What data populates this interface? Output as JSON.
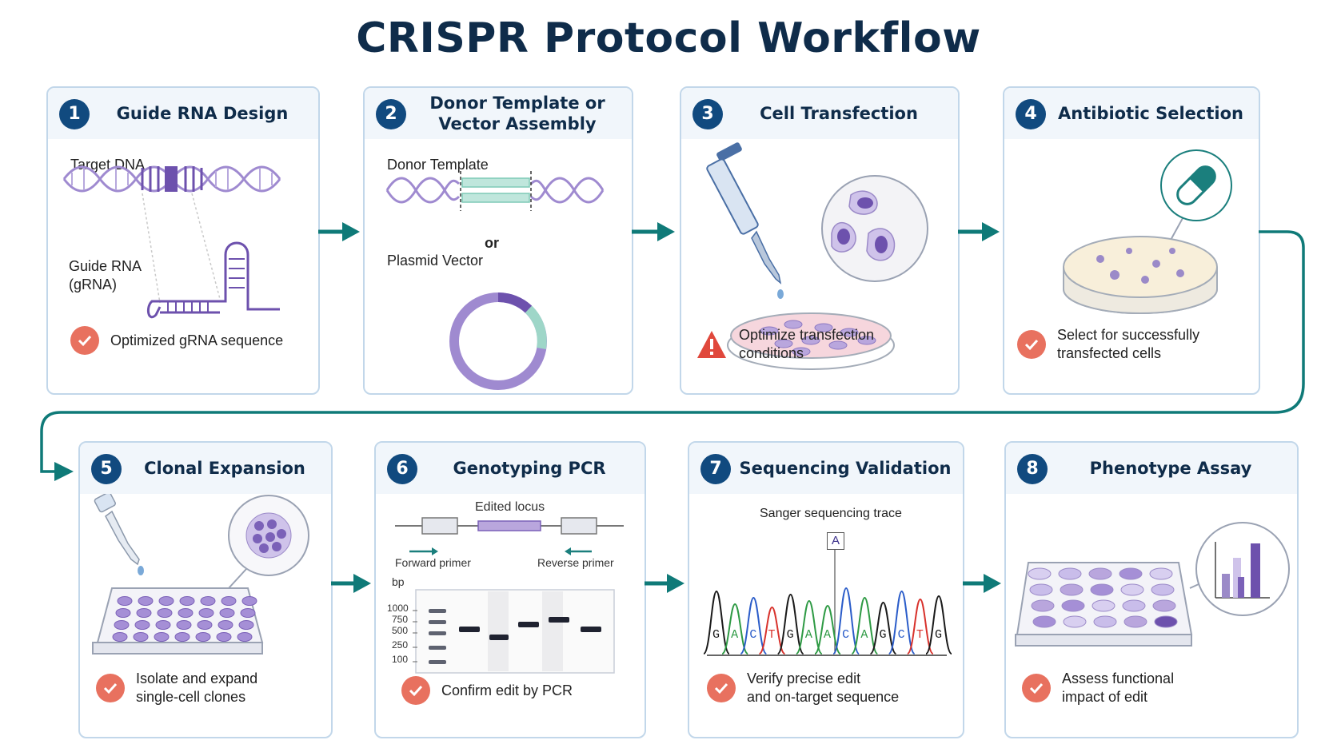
{
  "title": "CRISPR Protocol Workflow",
  "colors": {
    "accent": "#0f7a78",
    "badge": "#114a7f",
    "check": "#e8715f",
    "warning": "#e0483c",
    "purple": "#7b61b8",
    "teal_light": "#9ed6c8"
  },
  "steps": [
    {
      "num": "1",
      "title": "Guide RNA Design",
      "labels": {
        "target": "Target DNA",
        "guide": "Guide RNA\n(gRNA)"
      },
      "note": "Optimized gRNA sequence",
      "note_icon": "check-icon"
    },
    {
      "num": "2",
      "title": "Donor Template or\nVector Assembly",
      "labels": {
        "donor": "Donor Template",
        "or": "or",
        "plasmid": "Plasmid Vector"
      }
    },
    {
      "num": "3",
      "title": "Cell Transfection",
      "note": "Optimize transfection\nconditions",
      "note_icon": "warning-icon"
    },
    {
      "num": "4",
      "title": "Antibiotic Selection",
      "note": "Select for successfully\ntransfected cells",
      "note_icon": "check-icon"
    },
    {
      "num": "5",
      "title": "Clonal Expansion",
      "note": "Isolate and expand\nsingle-cell clones",
      "note_icon": "check-icon"
    },
    {
      "num": "6",
      "title": "Genotyping PCR",
      "labels": {
        "locus": "Edited locus",
        "fwd": "Forward primer",
        "rev": "Reverse primer",
        "bp": "bp",
        "ladder": [
          "1000",
          "750",
          "500",
          "250",
          "100"
        ]
      },
      "note": "Confirm edit by PCR",
      "note_icon": "check-icon"
    },
    {
      "num": "7",
      "title": "Sequencing Validation",
      "labels": {
        "trace": "Sanger sequencing trace",
        "marker": "A",
        "bases": [
          "G",
          "A",
          "C",
          "T",
          "G",
          "A",
          "A",
          "C",
          "A",
          "G",
          "C",
          "T",
          "G"
        ]
      },
      "note": "Verify precise edit\nand on-target sequence",
      "note_icon": "check-icon"
    },
    {
      "num": "8",
      "title": "Phenotype Assay",
      "note": "Assess functional\nimpact of edit",
      "note_icon": "check-icon"
    }
  ]
}
